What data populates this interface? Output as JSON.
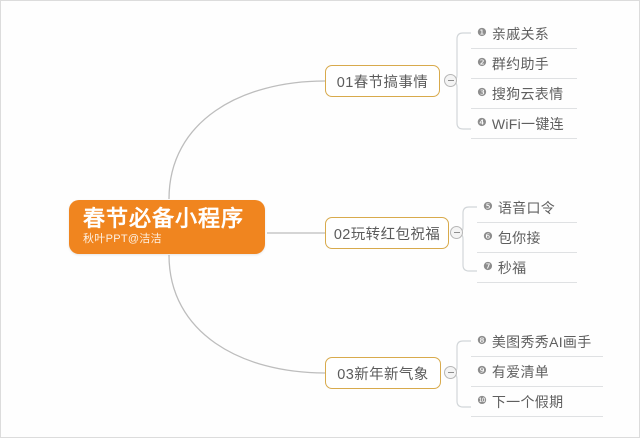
{
  "canvas": {
    "background_color": "#fefefe",
    "border_color": "#dcdcdc"
  },
  "root": {
    "title": "春节必备小程序",
    "subtitle": "秋叶PPT@洁洁",
    "fill_color": "#f0851f",
    "text_color": "#ffffff"
  },
  "toggle": {
    "name": "collapse-toggle",
    "state": "expanded",
    "glyph": "−"
  },
  "branches": [
    {
      "label": "01春节搞事情",
      "border_color": "#d8aa4c",
      "leaves": [
        {
          "bullet": "❶",
          "label": "亲戚关系"
        },
        {
          "bullet": "❷",
          "label": "群约助手"
        },
        {
          "bullet": "❸",
          "label": "搜狗云表情"
        },
        {
          "bullet": "❹",
          "label": "WiFi一键连"
        }
      ]
    },
    {
      "label": "02玩转红包祝福",
      "border_color": "#d8aa4c",
      "leaves": [
        {
          "bullet": "❺",
          "label": "语音口令"
        },
        {
          "bullet": "❻",
          "label": "包你接"
        },
        {
          "bullet": "❼",
          "label": "秒福"
        }
      ]
    },
    {
      "label": "03新年新气象",
      "border_color": "#d8aa4c",
      "leaves": [
        {
          "bullet": "❽",
          "label": "美图秀秀AI画手"
        },
        {
          "bullet": "❾",
          "label": "有爱清单"
        },
        {
          "bullet": "❿",
          "label": "下一个假期"
        }
      ]
    }
  ]
}
